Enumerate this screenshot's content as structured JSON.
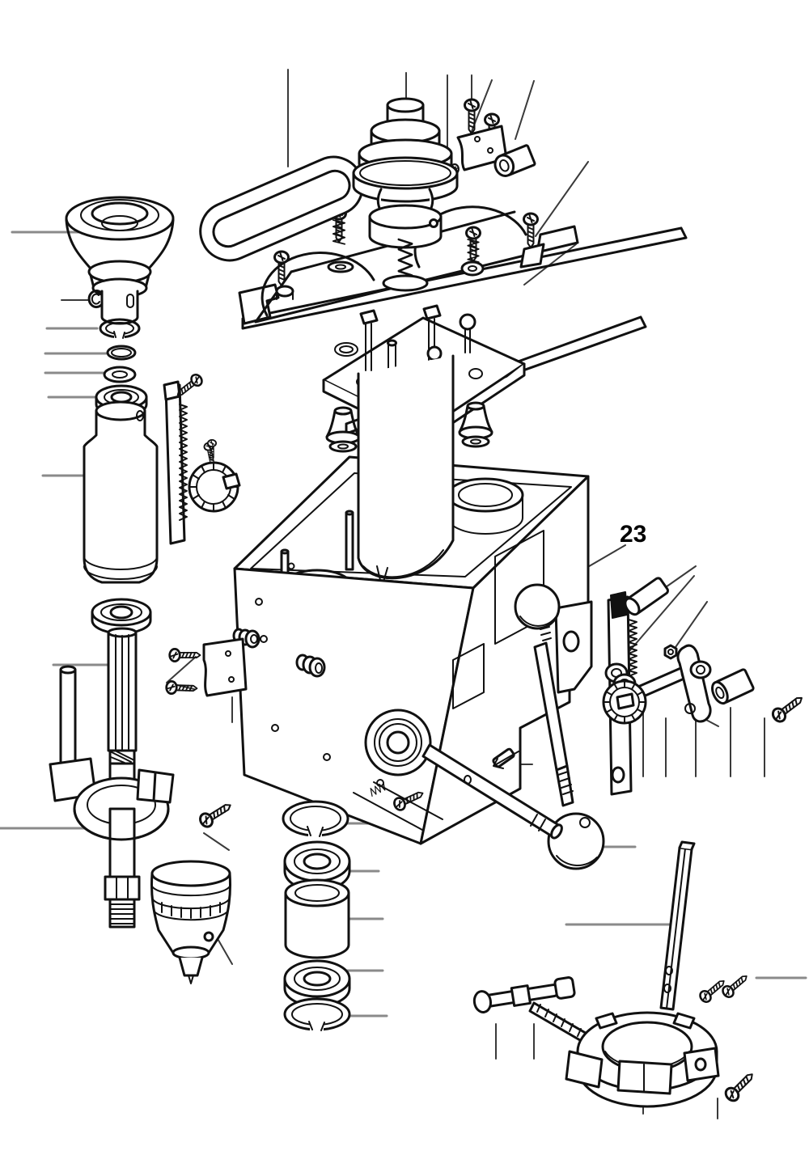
{
  "figure": {
    "type": "exploded-parts-diagram",
    "subject": "bench drill press head assembly",
    "background_color": "#ffffff",
    "line_color": "#111111",
    "leader_line_color": "#8a8a8a"
  },
  "callout": {
    "label": "23"
  },
  "parts": [
    "spindle-pulley",
    "retaining-clip",
    "snap-ring",
    "seal-ring",
    "washer",
    "upper-bearing",
    "quill",
    "lower-bearing",
    "spindle-shaft",
    "depth-rod",
    "depth-stop-collar",
    "collar-screw",
    "drill-chuck",
    "drive-belt",
    "motor-pulley",
    "pulley-spring",
    "belt-guard-plate",
    "mounting-rail",
    "cable-clamp",
    "bushing-spacer",
    "quill-cap-plate",
    "rubber-bumper",
    "quill-tube",
    "head-casting",
    "switch-block",
    "feed-hub-bracket",
    "feed-knob",
    "feed-handle",
    "handle-ball",
    "rack",
    "pinion-gear",
    "pinion-shaft",
    "hex-nut",
    "tension-lever",
    "spacer-sleeve",
    "screw",
    "table-support-bar",
    "roll-pin",
    "bearing-stack-snap-ring",
    "ball-bearing",
    "bearing-spacer-sleeve",
    "depth-scale-bar",
    "t-handle-bolt",
    "column-clamp-ring",
    "clamp-ring-screw"
  ]
}
